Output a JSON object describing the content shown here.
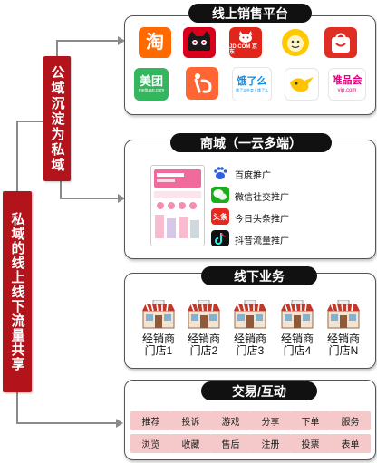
{
  "left_banner": "私域的线上线下流量共享",
  "mid_banner": "公域沉淀为私域",
  "sections": [
    {
      "title": "线上销售平台"
    },
    {
      "title": "商城（一云多端）"
    },
    {
      "title": "线下业务"
    },
    {
      "title": "交易/互动"
    }
  ],
  "platforms": [
    {
      "name": "taobao",
      "text": "淘",
      "bg": "#ff6a00"
    },
    {
      "name": "tmall",
      "text": "",
      "bg": "#e60012"
    },
    {
      "name": "jd",
      "text": "JD.COM 京东",
      "bg": "#e1251b"
    },
    {
      "name": "suning",
      "text": "",
      "bg": "#ffc800"
    },
    {
      "name": "pinduoduo",
      "text": "",
      "bg": "#e02e24"
    },
    {
      "name": "meituan",
      "text": "美团",
      "sub": "meituan.com",
      "bg": "#33b65e"
    },
    {
      "name": "dianping",
      "text": "",
      "bg": "#ff6633"
    },
    {
      "name": "eleme",
      "text": "饿了么",
      "sub": "饿了么外卖上饿了么",
      "bg": "#ffffff"
    },
    {
      "name": "fliggy",
      "text": "",
      "bg": "#ffffff"
    },
    {
      "name": "vip",
      "text": "唯品会",
      "sub": "vip.com",
      "bg": "#ffffff"
    }
  ],
  "mall": {
    "promos": [
      {
        "name": "baidu",
        "label": "百度推广",
        "icon_text": "",
        "bg": "#2d5fe0"
      },
      {
        "name": "wechat",
        "label": "微信社交推广",
        "icon_text": "",
        "bg": "#1aad19"
      },
      {
        "name": "toutiao",
        "label": "今日头条推广",
        "icon_text": "头条",
        "bg": "#e8271f"
      },
      {
        "name": "douyin",
        "label": "抖音流量推广",
        "icon_text": "",
        "bg": "#111111"
      }
    ]
  },
  "stores": [
    {
      "line1": "经销商",
      "line2": "门店1"
    },
    {
      "line1": "经销商",
      "line2": "门店2"
    },
    {
      "line1": "经销商",
      "line2": "门店3"
    },
    {
      "line1": "经销商",
      "line2": "门店4"
    },
    {
      "line1": "经销商",
      "line2": "门店N"
    }
  ],
  "actions": [
    "推荐",
    "投诉",
    "游戏",
    "分享",
    "下单",
    "服务",
    "浏览",
    "收藏",
    "售后",
    "注册",
    "投票",
    "表单"
  ],
  "colors": {
    "banner": "#b3131a",
    "action_bg": "#f5c9c9",
    "pill": "#111111"
  }
}
